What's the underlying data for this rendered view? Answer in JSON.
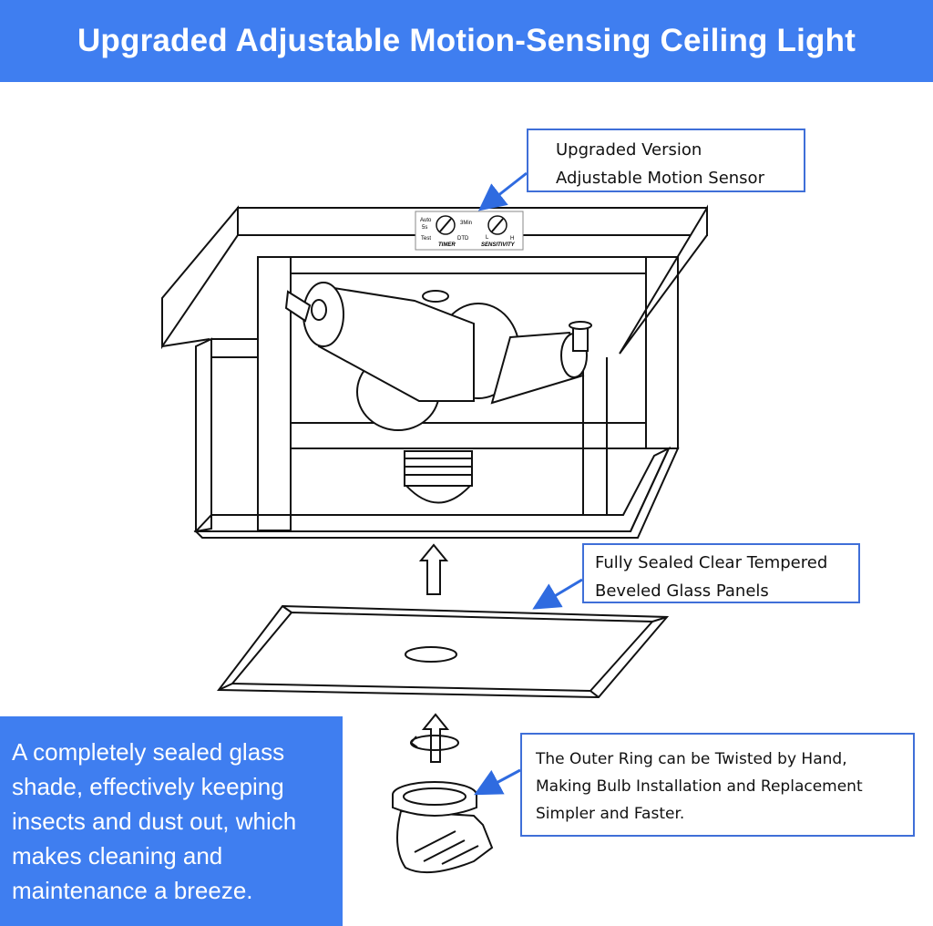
{
  "title": "Upgraded Adjustable Motion-Sensing Ceiling Light",
  "callouts": {
    "sensor": [
      "Upgraded Version",
      "Adjustable Motion Sensor"
    ],
    "glass": [
      "Fully Sealed Clear Tempered",
      "Beveled Glass Panels"
    ],
    "ring": [
      "The Outer Ring can be Twisted by Hand,",
      "Making Bulb Installation and Replacement",
      "Simpler and Faster."
    ]
  },
  "note": [
    "A completely sealed glass",
    "shade, effectively keeping",
    "insects and dust out, which",
    "makes cleaning and",
    "maintenance a breeze."
  ],
  "sensor_panel": {
    "timer_labels": [
      "Auto",
      "5s",
      "3Min",
      "Test",
      "DTD"
    ],
    "timer_title": "TIMER",
    "sens_labels": [
      "L",
      "H"
    ],
    "sens_title": "SENSITIVITY"
  },
  "colors": {
    "banner": "#3f7ef0",
    "callout_border": "#3f6fd8",
    "arrow": "#2f6be0"
  }
}
